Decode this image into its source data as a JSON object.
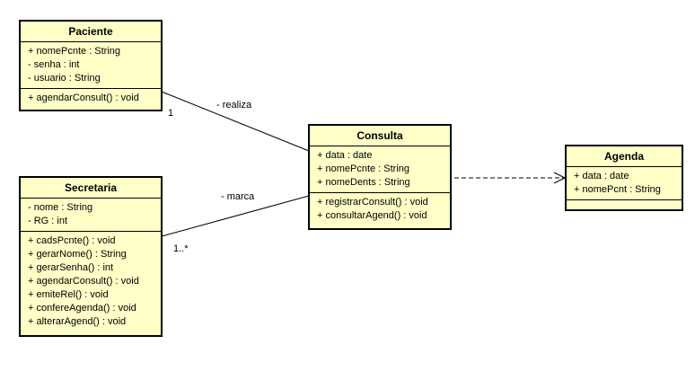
{
  "classes": {
    "paciente": {
      "name": "Paciente",
      "attributes": [
        "+ nomePcnte : String",
        "- senha : int",
        "- usuario : String"
      ],
      "operations": [
        "+ agendarConsult() : void"
      ]
    },
    "secretaria": {
      "name": "Secretaria",
      "attributes": [
        "- nome : String",
        "- RG : int"
      ],
      "operations": [
        "+ cadsPcnte() : void",
        "+ gerarNome() : String",
        "+ gerarSenha() : int",
        "+ agendarConsult() : void",
        "+ emiteRel() : void",
        "+ confereAgenda() : void",
        "+ alterarAgend() : void"
      ]
    },
    "consulta": {
      "name": "Consulta",
      "attributes": [
        "+ data : date",
        "+ nomePcnte : String",
        "+ nomeDents : String"
      ],
      "operations": [
        "+ registrarConsult() : void",
        "+ consultarAgend() : void"
      ]
    },
    "agenda": {
      "name": "Agenda",
      "attributes": [
        "+ data : date",
        "+ nomePcnt : String"
      ],
      "operations": []
    }
  },
  "associations": {
    "realiza": {
      "label": "- realiza",
      "multiplicity": "1"
    },
    "marca": {
      "label": "- marca",
      "multiplicity": "1..*"
    }
  }
}
